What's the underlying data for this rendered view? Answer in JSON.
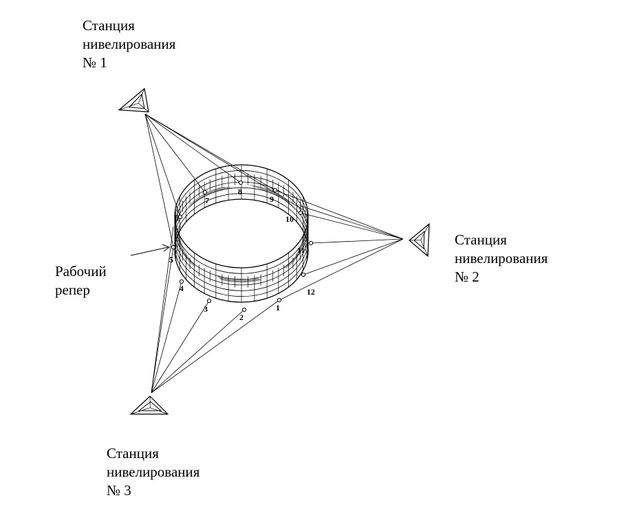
{
  "stations": [
    {
      "id": "st1",
      "lines": [
        "Станция",
        "нивелирования",
        "№ 1"
      ]
    },
    {
      "id": "st2",
      "lines": [
        "Станция",
        "нивелирования",
        "№ 2"
      ]
    },
    {
      "id": "st3",
      "lines": [
        "Станция",
        "нивелирования",
        "№ 3"
      ]
    }
  ],
  "benchmark": {
    "lines": [
      "Рабочий",
      "репер"
    ]
  },
  "points": [
    "1",
    "2",
    "3",
    "4",
    "5",
    "6",
    "7",
    "8",
    "9",
    "10",
    "11",
    "12"
  ]
}
